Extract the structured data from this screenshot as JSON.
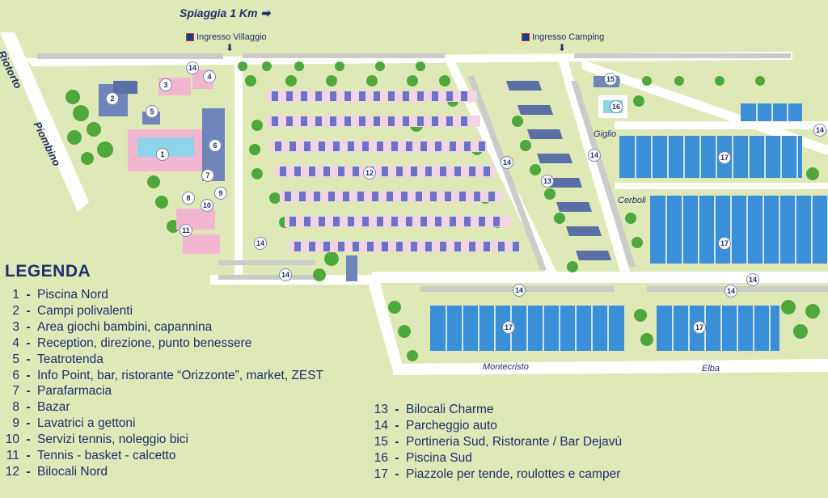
{
  "header": {
    "beach": "Spiaggia 1 Km",
    "entrance_village": "Ingresso Villaggio",
    "entrance_camping": "Ingresso Camping"
  },
  "roads": {
    "riotorto": "Riotorto",
    "piombino": "Piombino"
  },
  "areas": {
    "giglio": "Giglio",
    "cerboli": "Cerboli",
    "montecristo": "Montecristo",
    "elba": "Elba"
  },
  "legend": {
    "title": "LEGENDA",
    "items": [
      {
        "num": "1",
        "text": "Piscina Nord"
      },
      {
        "num": "2",
        "text": "Campi polivalenti"
      },
      {
        "num": "3",
        "text": "Area giochi bambini, capannina"
      },
      {
        "num": "4",
        "text": "Reception, direzione, punto benessere"
      },
      {
        "num": "5",
        "text": "Teatrotenda"
      },
      {
        "num": "6",
        "text": "Info Point, bar, ristorante “Orizzonte”, market,  ZEST"
      },
      {
        "num": "7",
        "text": "Parafarmacia"
      },
      {
        "num": "8",
        "text": "Bazar"
      },
      {
        "num": "9",
        "text": "Lavatrici a gettoni"
      },
      {
        "num": "10",
        "text": "Servizi tennis, noleggio bici"
      },
      {
        "num": "11",
        "text": "Tennis - basket - calcetto"
      },
      {
        "num": "12",
        "text": "Bilocali Nord"
      },
      {
        "num": "13",
        "text": "Bilocali Charme"
      },
      {
        "num": "14",
        "text": "Parcheggio auto"
      },
      {
        "num": "15",
        "text": "Portineria Sud, Ristorante / Bar Dejavù"
      },
      {
        "num": "16",
        "text": "Piscina Sud"
      },
      {
        "num": "17",
        "text": "Piazzole per tende, roulottes e camper"
      }
    ]
  },
  "markers": [
    "1",
    "2",
    "3",
    "4",
    "5",
    "6",
    "7",
    "8",
    "9",
    "10",
    "11",
    "12",
    "13",
    "14",
    "14",
    "14",
    "14",
    "14",
    "14",
    "14",
    "14",
    "15",
    "16",
    "17",
    "17",
    "17",
    "17"
  ],
  "colors": {
    "background": "#dfe9b7",
    "road": "#ffffff",
    "text": "#1d2f6e",
    "tree": "#4fa83c",
    "pitch": "#3b8fd6",
    "building": "#6f84b8",
    "pool": "#8fd3e8",
    "pink_area": "#f3b6d0"
  }
}
